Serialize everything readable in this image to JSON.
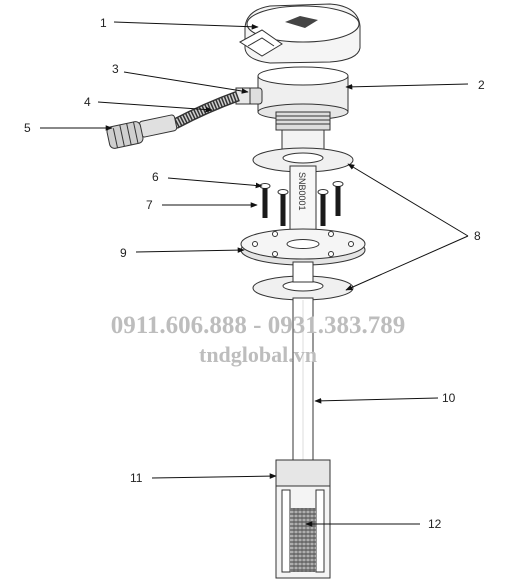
{
  "callouts": {
    "c1": "1",
    "c2": "2",
    "c3": "3",
    "c4": "4",
    "c5": "5",
    "c6": "6",
    "c7": "7",
    "c8": "8",
    "c9": "9",
    "c10": "10",
    "c11": "11",
    "c12": "12"
  },
  "part_code": "SNB0001",
  "watermark": {
    "phone": "0911.606.888 - 0931.383.789",
    "site": "tndglobal.vn"
  },
  "colors": {
    "line": "#333333",
    "fill_light": "#f2f2f2",
    "fill_mid": "#d9d9d9",
    "watermark": "#bdbdbd"
  }
}
